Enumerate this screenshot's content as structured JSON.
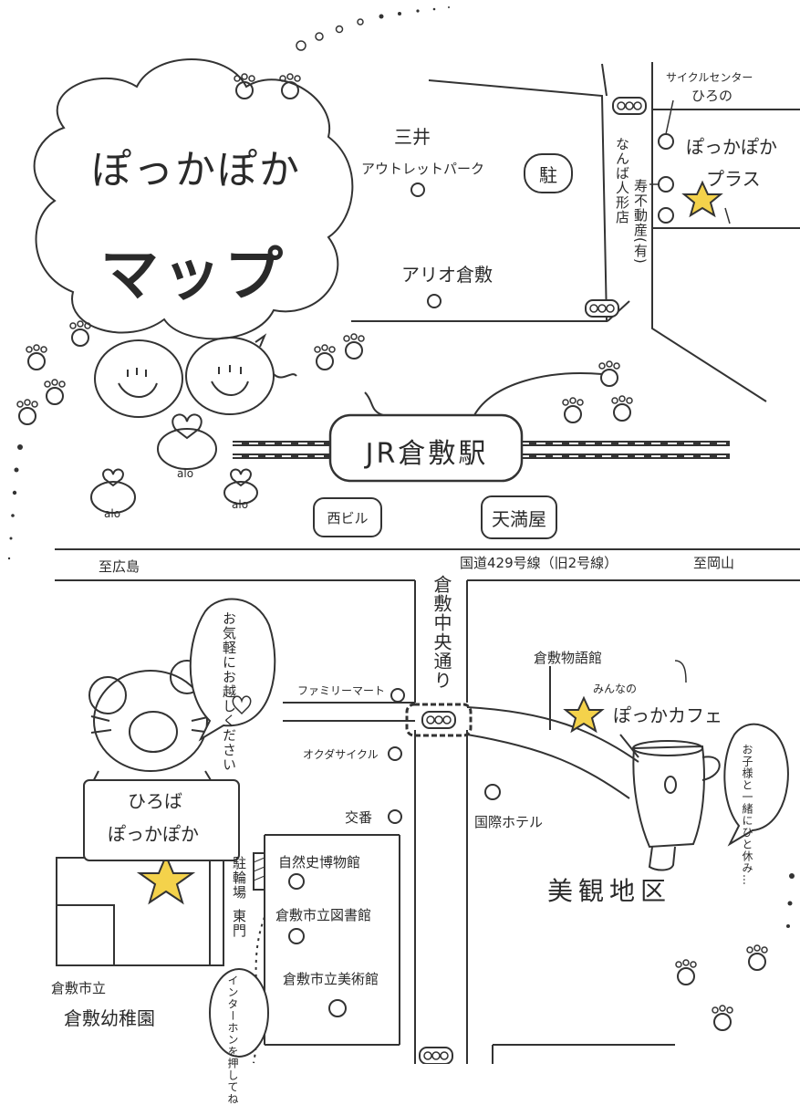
{
  "title": {
    "line1": "ぽっかぽか",
    "line2": "マップ"
  },
  "station": "JR倉敷駅",
  "landmarks": {
    "mitsui_1": "三井",
    "mitsui_2": "アウトレットパーク",
    "ario": "アリオ倉敷",
    "parking_top": "駐",
    "cycle_center_1": "サイクルセンター",
    "cycle_center_2": "ひろの",
    "pokka_plus_1": "ぽっかぽか",
    "pokka_plus_2": "プラス",
    "namba_doll": "なんば人形店",
    "kotobuki_estate": "寿不動産(有)",
    "nishi_biru": "西ビル",
    "tenmaya": "天満屋",
    "to_hiroshima": "至広島",
    "to_okayama": "至岡山",
    "route429": "国道429号線（旧2号線）",
    "chuo_dori": "倉敷中央通り",
    "familymart": "ファミリーマート",
    "okuda_cycle": "オクダサイクル",
    "koban": "交番",
    "kurashiki_story": "倉敷物語館",
    "minna_no": "みんなの",
    "pokka_cafe": "ぽっかカフェ",
    "kokusai_hotel": "国際ホテル",
    "bikan": "美観地区",
    "natural_history": "自然史博物館",
    "library": "倉敷市立図書館",
    "art_museum": "倉敷市立美術館",
    "bicycle_parking": "駐輪場",
    "east_gate": "東門",
    "hiroba_1": "ひろば",
    "hiroba_2": "ぽっかぽか",
    "kindergarten_1": "倉敷市立",
    "kindergarten_2": "倉敷幼稚園",
    "bubble_welcome": "お気軽にお越しください",
    "bubble_rest": "お子様と一緒にひと休み…",
    "intercom": "インターホンを押してね",
    "flower_tag": "alo"
  },
  "colors": {
    "star": "#f4d24b",
    "line": "#2a2a2a"
  }
}
